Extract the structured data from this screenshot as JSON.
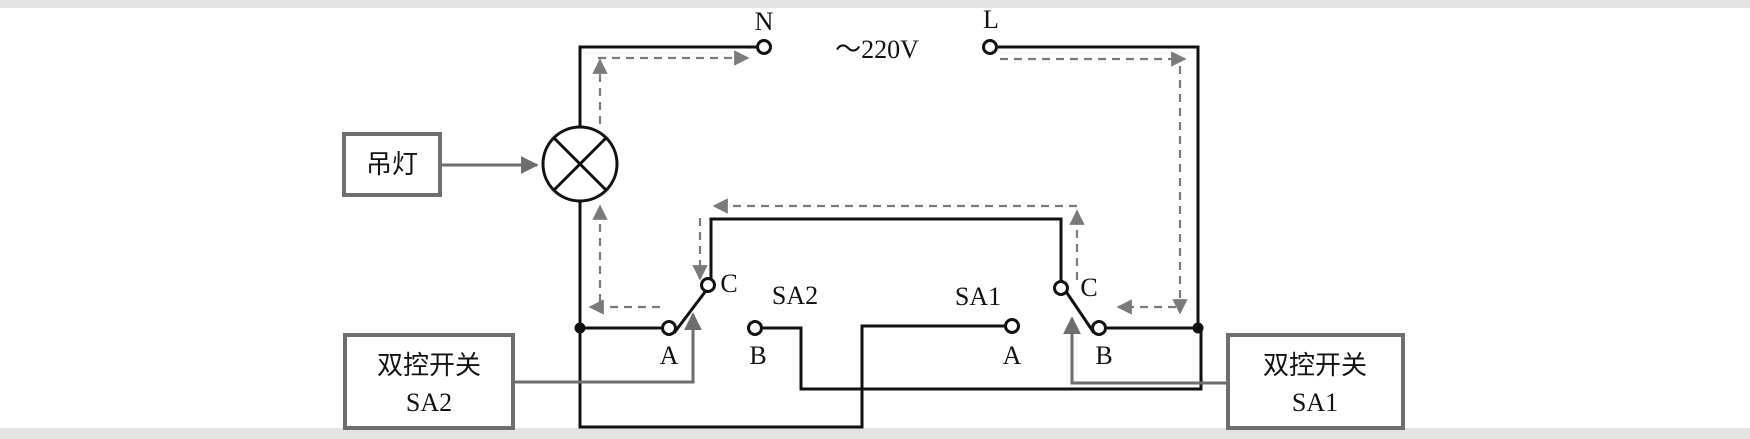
{
  "supply": {
    "neutral_label": "N",
    "live_label": "L",
    "voltage_label": "～220V"
  },
  "lamp": {
    "box_label": "吊灯"
  },
  "switch_sa2": {
    "name_label": "SA2",
    "terminal_c": "C",
    "terminal_a": "A",
    "terminal_b": "B",
    "box_line1": "双控开关",
    "box_line2": "SA2"
  },
  "switch_sa1": {
    "name_label": "SA1",
    "terminal_c": "C",
    "terminal_a": "A",
    "terminal_b": "B",
    "box_line1": "双控开关",
    "box_line2": "SA1"
  },
  "colors": {
    "wire": "#111111",
    "current_path": "#7a7a7a",
    "box_border": "#6e6e6e",
    "pointer": "#6e6e6e"
  },
  "icons": {
    "lamp": "lamp-cross-circle-icon",
    "terminal": "open-circle-terminal-icon",
    "junction": "filled-dot-junction-icon"
  }
}
